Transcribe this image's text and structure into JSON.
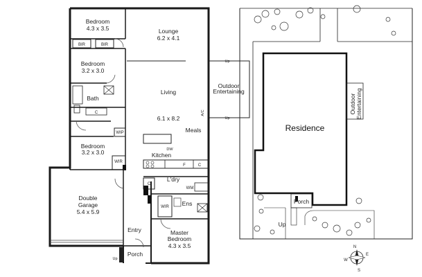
{
  "floorplan": {
    "rooms": {
      "bedroom2": {
        "name": "Bedroom",
        "size": "4.3 x 3.5"
      },
      "bedroom3": {
        "name": "Bedroom",
        "size": "3.2 x 3.0"
      },
      "bedroom4": {
        "name": "Bedroom",
        "size": "3.2 x 3.0"
      },
      "lounge": {
        "name": "Lounge",
        "size": "6.2 x 4.1"
      },
      "living": {
        "name": "Living",
        "size": "6.1 x 8.2"
      },
      "meals": {
        "name": "Meals"
      },
      "kitchen": {
        "name": "Kitchen"
      },
      "ldry": {
        "name": "L'dry"
      },
      "bath": {
        "name": "Bath"
      },
      "ens": {
        "name": "Ens"
      },
      "garage": {
        "name": "Double\nGarage",
        "size": "5.4 x 5.9"
      },
      "master": {
        "name": "Master\nBedroom",
        "size": "4.3 x 3.5"
      },
      "entry": {
        "name": "Entry"
      },
      "porch": {
        "name": "Porch"
      },
      "outdoor": {
        "name": "Outdoor\nEntertaining"
      }
    },
    "fixtures": {
      "bir1": "BIR",
      "bir2": "BIR",
      "wip": "WIP",
      "wir1": "WIR",
      "wir2": "WIR",
      "c_linen": "C",
      "c_kitchen": "C",
      "c_ldry": "C",
      "f": "F",
      "dw": "DW",
      "wm": "WM",
      "ac": "A/C"
    },
    "arrows": {
      "up1": "Up",
      "up2": "Up",
      "up3": "Up"
    }
  },
  "siteplan": {
    "residence": "Residence",
    "outdoor": "Outdoor\nEntertaining",
    "porch": "Porch",
    "up": "Up",
    "compass": {
      "n": "N",
      "s": "S",
      "e": "E",
      "w": "W"
    }
  }
}
